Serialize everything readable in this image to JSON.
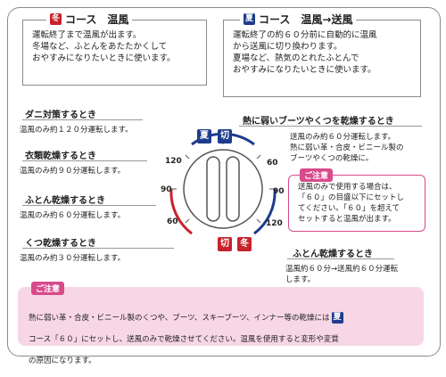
{
  "top_left": {
    "tag": "冬",
    "title": "コース　温風",
    "text": "運転終了まで温風が出ます。\n冬場など、ふとんをあたたかくして\nおやすみになりたいときに使います。"
  },
  "top_right": {
    "tag": "夏",
    "title": "コース　温風→送風",
    "text": "運転終了の約６０分前に自動的に温風\nから送風に切り換わります。\n夏場など、熱気のとれたふとんで\nおやすみになりたいときに使います。"
  },
  "left_items": [
    {
      "label": "ダニ対策するとき",
      "desc": "温風のみ約１２０分運転します。"
    },
    {
      "label": "衣類乾燥するとき",
      "desc": "温風のみ約９０分運転します。"
    },
    {
      "label": "ふとん乾燥するとき",
      "desc": "温風のみ約６０分運転します。"
    },
    {
      "label": "くつ乾燥するとき",
      "desc": "温風のみ約３０分運転します。"
    }
  ],
  "right_items": [
    {
      "label": "熱に弱いブーツやくつを乾燥するとき",
      "desc": "送風のみ約６０分運転します。\n熱に弱い革・合皮・ビニール製の\nブーツやくつの乾燥に。"
    },
    {
      "label": "ふとん乾燥するとき",
      "desc": "温風約６０分→送風約６０分運転\nします。"
    }
  ],
  "dial": {
    "top_left_tag": "夏",
    "top_right_tag": "切",
    "bottom_left_tag": "切",
    "bottom_right_tag": "冬",
    "ticks_right": [
      "60",
      "90",
      "120"
    ],
    "ticks_left": [
      "120",
      "90",
      "60"
    ]
  },
  "right_note": {
    "tag": "ご注意",
    "text": "送風のみで使用する場合は、\n「６０」の目盛以下にセットし\nてください。「６０」を超えて\nセットすると温風が出ます。"
  },
  "bottom_note": {
    "tag": "ご注意",
    "line1": "熱に弱い革・合皮・ビニール製のくつや、ブーツ、スキーブーツ、インナー等の乾燥には",
    "line1_tag": "夏",
    "line2": "コース「６０」にセットし、送風のみで乾燥させてください。温風を使用すると変形や変質",
    "line3": "の原因になります。"
  },
  "colors": {
    "red": "#c8232c",
    "blue": "#1f3c8c",
    "pink": "#d84a8c",
    "pink_bg": "#f7d6e6"
  }
}
